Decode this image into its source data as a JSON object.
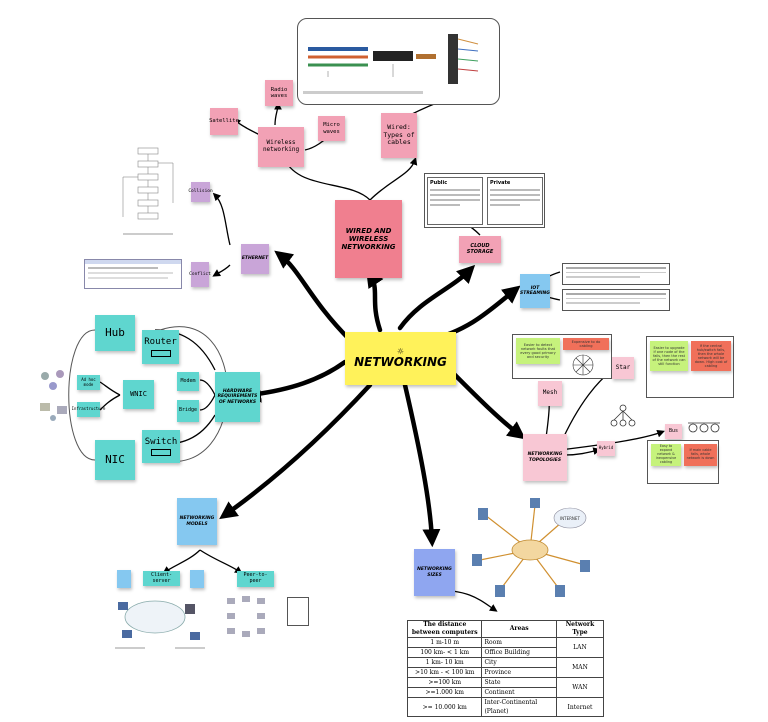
{
  "center": {
    "label": "NETWORKING",
    "sun_icon": "sun-icon"
  },
  "wired_wireless": {
    "label": "WIRED AND WIRELESS NETWORKING",
    "wireless": "Wireless networking",
    "radio": "Radio waves",
    "micro": "Micro waves",
    "satellite": "Satellite",
    "wired": "Wired: Types of cables"
  },
  "ethernet": {
    "label": "ETHERNET",
    "collision": "Collision",
    "conflict": "Conflict"
  },
  "cloud": {
    "label": "CLOUD STORAGE",
    "public_title": "Public",
    "private_title": "Private"
  },
  "iot": {
    "label": "IOT STREAMING"
  },
  "hardware": {
    "label": "HARDWARE REQUIREMENTS OF NETWORKS",
    "hub": "Hub",
    "router": "Router",
    "wnic": "WNIC",
    "modem": "Modem",
    "bridge": "Bridge",
    "switch": "Switch",
    "nic": "NIC",
    "adhoc": "Ad hoc mode",
    "infra": "Infrastructure"
  },
  "topologies": {
    "label": "NETWORKING TOPOLOGIES",
    "mesh": "Mesh",
    "star": "Star",
    "bus": "Bus",
    "hybrid": "Hybrid",
    "mesh_pro": "Easier to detect network faults that every good primary and security",
    "mesh_con": "Expensive to do cabling",
    "star_pro": "Easier to upgrade if one node of the fails, then the rest of the network can still function",
    "star_con": "If the central hub/switch fails, then the whole network will be down. High cost of cabling",
    "bus_pro": "Easy to expand network & inexpensive cabling",
    "bus_con": "If main cable fails, whole network is down"
  },
  "models": {
    "label": "NETWORKING MODELS",
    "client": "Client-server",
    "p2p": "Peer-to-peer"
  },
  "sizes": {
    "label": "NETWORKING SIZES",
    "internet_label": "INTERNET",
    "table": {
      "headers": [
        "The distance between computers",
        "Areas",
        "Network Type"
      ],
      "rows": [
        {
          "distance": "1 m-10 m",
          "area": "Room"
        },
        {
          "distance": "100 km- < 1 km",
          "area": "Office Building"
        },
        {
          "distance": "1 km- 10 km",
          "area": "City"
        },
        {
          "distance": ">10 km - < 100 km",
          "area": "Province"
        },
        {
          "distance": ">=100 km",
          "area": "State"
        },
        {
          "distance": ">=1.000 km",
          "area": "Continent"
        },
        {
          "distance": ">= 10.000 km",
          "area": "Inter-Continental (Planet)"
        }
      ],
      "types": [
        "LAN",
        "MAN",
        "WAN",
        "Internet"
      ]
    }
  },
  "colors": {
    "center": "#fff25a",
    "arrow": "#000000",
    "wired": "#f07f8f"
  }
}
